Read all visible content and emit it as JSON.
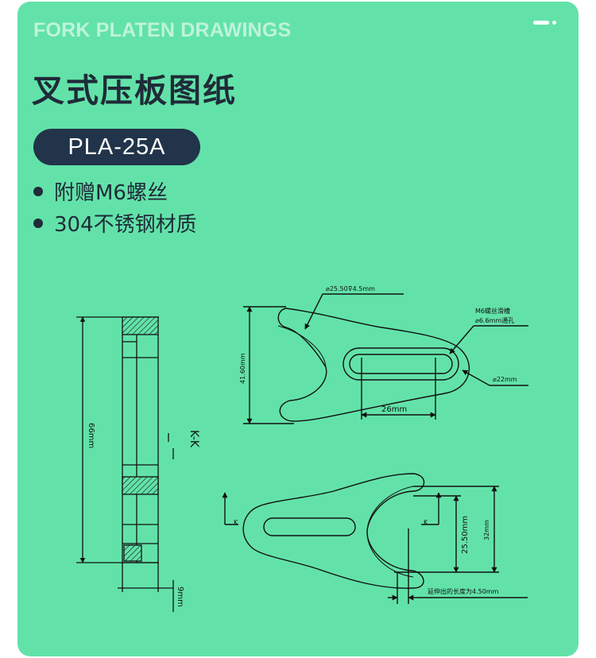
{
  "header": {
    "kicker": "FORK PLATEN DRAWINGS",
    "title": "叉式压板图纸",
    "model": "PLA-25A"
  },
  "features": [
    {
      "text": "附赠M6螺丝"
    },
    {
      "text": "304不锈钢材质"
    }
  ],
  "drawing": {
    "side_height": "66mm",
    "side_thickness": "9mm",
    "section_label": "K-K",
    "counterbore": "25.50",
    "counterbore_depth": "4.5mm",
    "slot_note_1": "M6螺丝滑槽",
    "slot_note_2": "6.6mm通孔",
    "outer_dia": "22mm",
    "width_dim": "41.60mm",
    "slot_length": "26mm",
    "k_mark_left": "K",
    "k_mark_right": "K",
    "depth_25": "25.50mm",
    "depth_32": "32mm",
    "extension_note": "延伸出的长度为4.50mm"
  },
  "colors": {
    "background": "#62e2a9",
    "ink": "#1f2b38",
    "model_badge": "#21344a",
    "kicker": "#bff3da"
  }
}
